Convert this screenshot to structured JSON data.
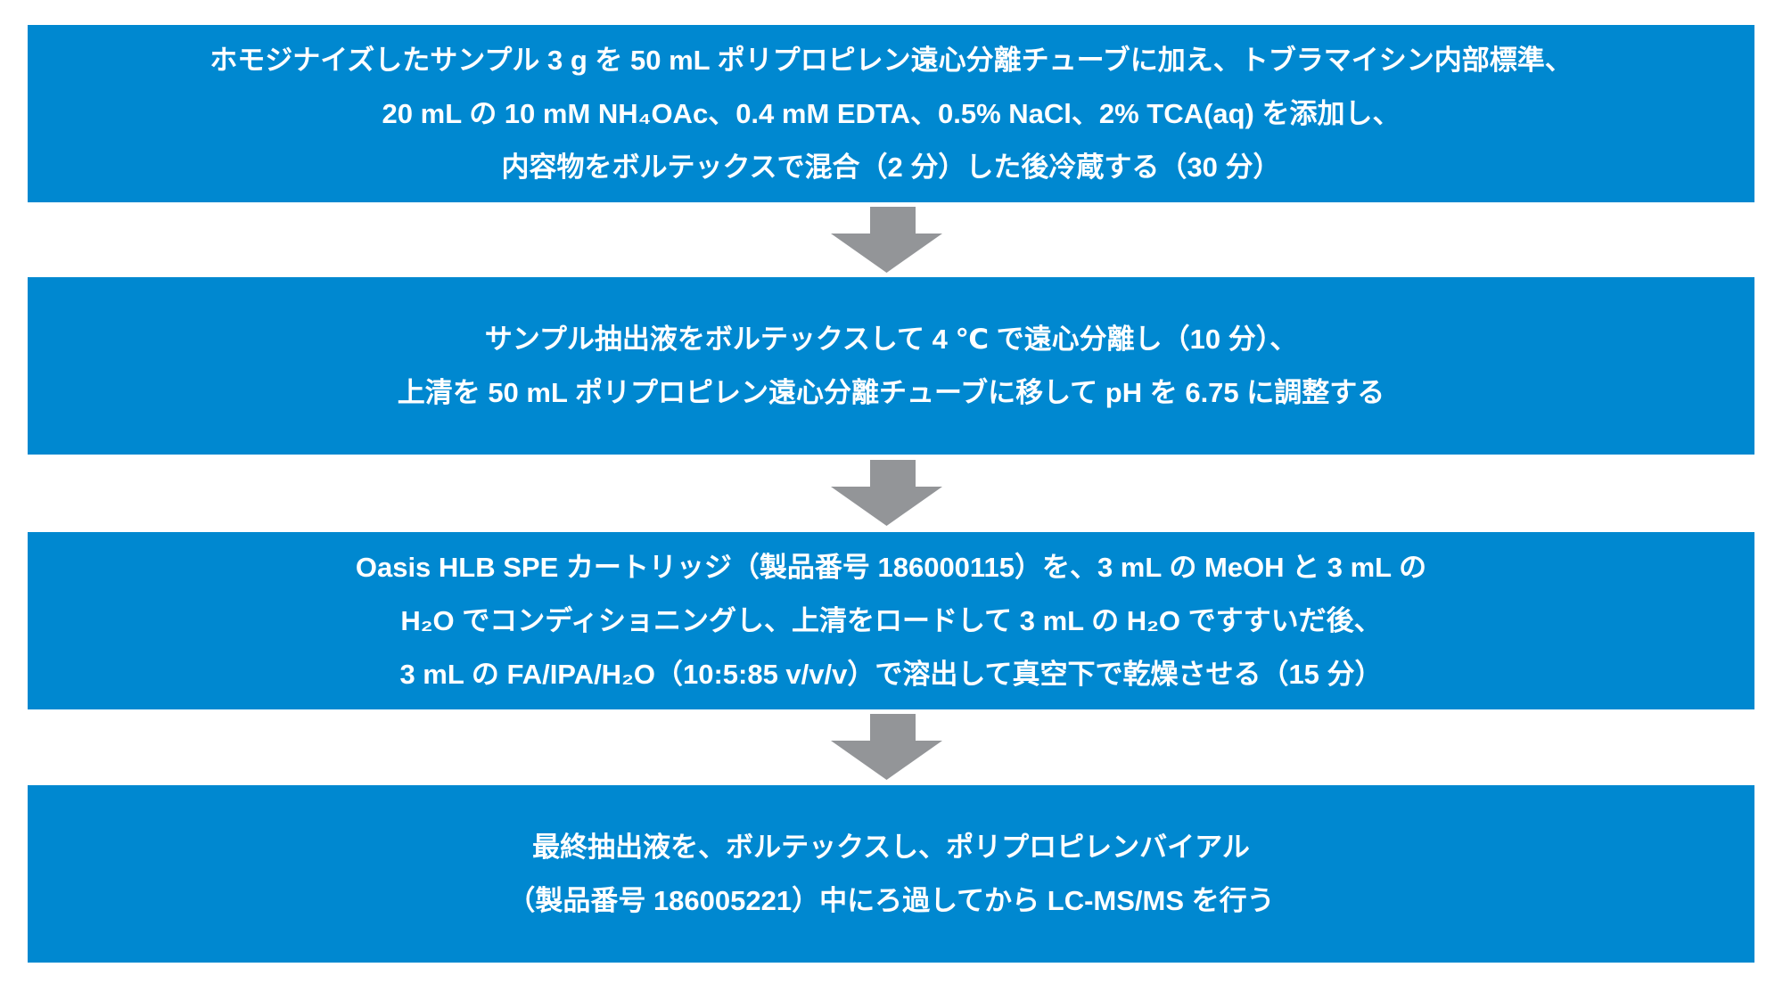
{
  "colors": {
    "box": "#0088d0",
    "arrow": "#939598",
    "text": "#ffffff"
  },
  "steps": [
    {
      "lines": [
        "ホモジナイズしたサンプル 3 g を 50 mL ポリプロピレン遠心分離チューブに加え、トブラマイシン内部標準、",
        "20 mL の 10 mM NH₄OAc、0.4 mM EDTA、0.5% NaCl、2% TCA(aq) を添加し、",
        "内容物をボルテックスで混合（2 分）した後冷蔵する（30 分）"
      ]
    },
    {
      "lines": [
        "サンプル抽出液をボルテックスして 4 ℃ で遠心分離し（10 分）、",
        "上清を 50 mL ポリプロピレン遠心分離チューブに移して pH を 6.75 に調整する"
      ]
    },
    {
      "lines": [
        "Oasis HLB SPE カートリッジ（製品番号 186000115）を、3 mL の MeOH と 3 mL の",
        "H₂O でコンディショニングし、上清をロードして 3 mL の H₂O ですすいだ後、",
        "3 mL の FA/IPA/H₂O（10:5:85 v/v/v）で溶出して真空下で乾燥させる（15 分）"
      ]
    },
    {
      "lines": [
        "最終抽出液を、ボルテックスし、ポリプロピレンバイアル",
        "（製品番号 186005221）中にろ過してから LC-MS/MS を行う"
      ]
    }
  ]
}
